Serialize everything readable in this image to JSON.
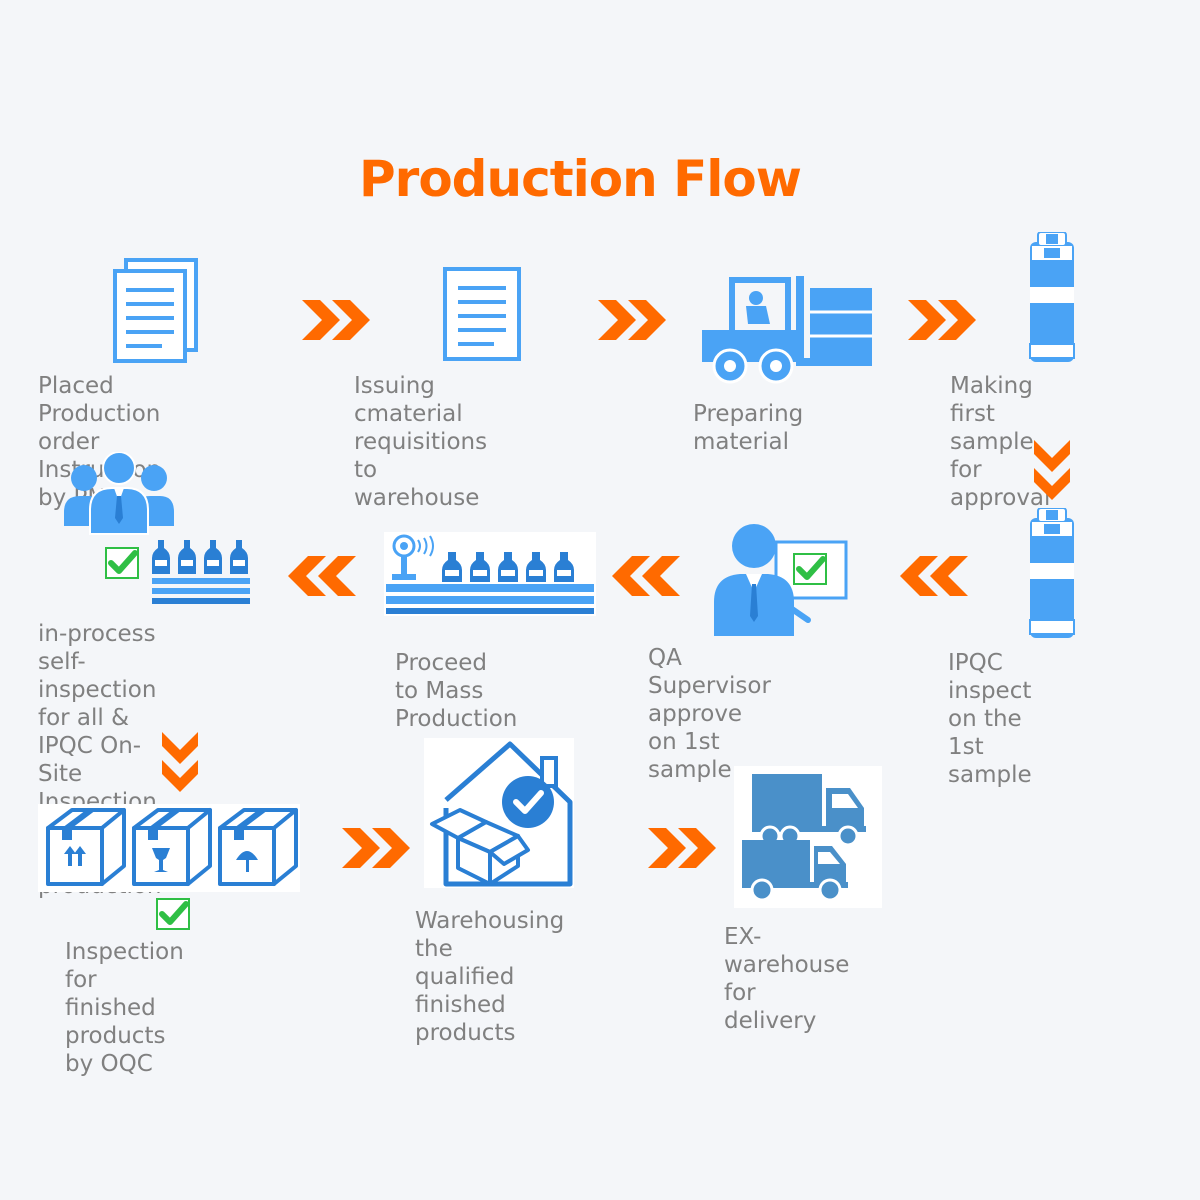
{
  "title": "Production Flow",
  "colors": {
    "title": "#ff6a00",
    "arrow": "#ff6a00",
    "icon_blue": "#4aa3f5",
    "icon_dark": "#2a7fd4",
    "check_green": "#2fbf45",
    "caption": "#808080",
    "background": "#f4f6f9"
  },
  "steps": [
    {
      "id": "placed-order",
      "icon": "documents-icon",
      "caption": "Placed Production order\nInstruction by PMC"
    },
    {
      "id": "issuing-requisitions",
      "icon": "document-icon",
      "caption": "Issuing cmaterial\nrequisitions to warehouse"
    },
    {
      "id": "preparing-material",
      "icon": "forklift-icon",
      "caption": "Preparing material"
    },
    {
      "id": "first-sample",
      "icon": "sample-bottle-icon",
      "caption": "Making first sample\nfor approval"
    },
    {
      "id": "ipqc-inspect",
      "icon": "sample-bottle-icon",
      "caption": "IPQC inspect on the\n1st sample"
    },
    {
      "id": "qa-approve",
      "icon": "supervisor-approve-icon",
      "caption": "QA Supervisor approve\non 1st sample"
    },
    {
      "id": "mass-production",
      "icon": "production-line-icon",
      "caption": "Proceed to Mass\nProduction"
    },
    {
      "id": "self-inspection",
      "icon": "team-inspection-icon",
      "caption": "in-process self-inspection\nfor all & IPQC  On-Site\nInspection during mass\nproduction"
    },
    {
      "id": "oqc-inspection",
      "icon": "packed-boxes-icon",
      "caption": "Inspection for finished\nproducts by OQC"
    },
    {
      "id": "warehousing",
      "icon": "warehouse-check-icon",
      "caption": "Warehousing the\nqualified finished\nproducts"
    },
    {
      "id": "ex-warehouse",
      "icon": "delivery-trucks-icon",
      "caption": "EX-warehouse\nfor delivery"
    }
  ],
  "arrows": [
    {
      "from": "placed-order",
      "to": "issuing-requisitions",
      "direction": "right"
    },
    {
      "from": "issuing-requisitions",
      "to": "preparing-material",
      "direction": "right"
    },
    {
      "from": "preparing-material",
      "to": "first-sample",
      "direction": "right"
    },
    {
      "from": "first-sample",
      "to": "ipqc-inspect",
      "direction": "down"
    },
    {
      "from": "ipqc-inspect",
      "to": "qa-approve",
      "direction": "left"
    },
    {
      "from": "qa-approve",
      "to": "mass-production",
      "direction": "left"
    },
    {
      "from": "mass-production",
      "to": "self-inspection",
      "direction": "left"
    },
    {
      "from": "self-inspection",
      "to": "oqc-inspection",
      "direction": "down"
    },
    {
      "from": "oqc-inspection",
      "to": "warehousing",
      "direction": "right"
    },
    {
      "from": "warehousing",
      "to": "ex-warehouse",
      "direction": "right"
    }
  ]
}
